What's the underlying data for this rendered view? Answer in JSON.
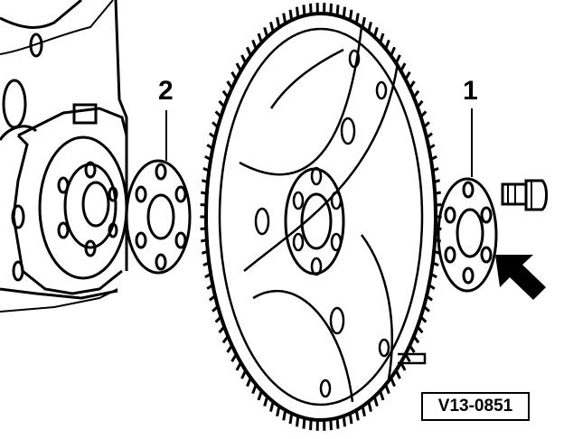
{
  "callouts": {
    "one": "1",
    "two": "2"
  },
  "figure_code": "V13-0851",
  "colors": {
    "line": "#000000",
    "background": "#ffffff"
  }
}
